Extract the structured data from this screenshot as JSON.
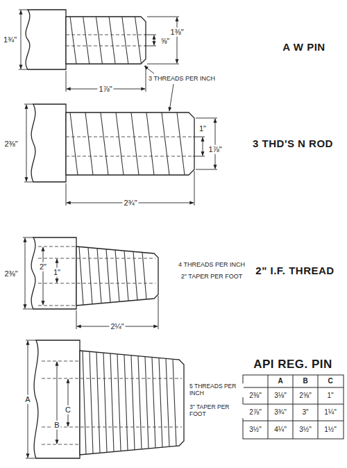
{
  "diagram": {
    "labels": [
      "1¾\"",
      "1⅜\"",
      "⅝\"",
      "1⅞\"",
      "3 THREADS PER INCH",
      "A W PIN",
      "2⅜\"",
      "1⅞\"",
      "1\"",
      "2¾\"",
      "3 THD'S N ROD",
      "2\"",
      "1\"",
      "2⅜\"",
      "4 THREADS PER INCH",
      "2\" TAPER PER FOOT",
      "2¼\"",
      "2\" I.F. THREAD",
      "A",
      "C",
      "B",
      "5 THREADS PER INCH",
      "3\" TAPER PER FOOT",
      "API REG. PIN",
      "A",
      "B",
      "C",
      "2⅜\"",
      "3⅛\"",
      "2⅝\"",
      "1\"",
      "2⅞\"",
      "3¾\"",
      "3\"",
      "1¼\"",
      "3½\"",
      "4¼\"",
      "3½\"",
      "1½\""
    ]
  }
}
